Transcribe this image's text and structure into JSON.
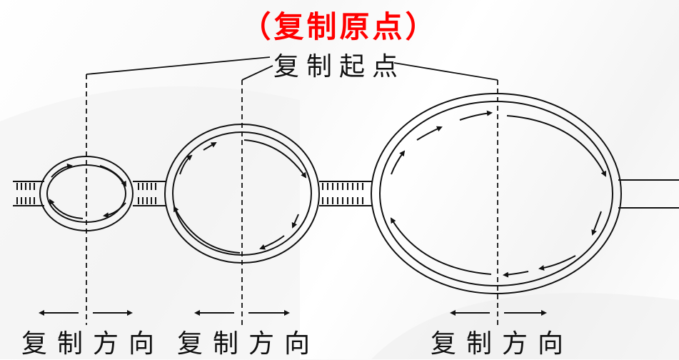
{
  "title": "（复制原点）",
  "origin_label": "复制起点",
  "direction_labels": [
    "复制方向",
    "复制方向",
    "复制方向"
  ],
  "colors": {
    "title": "#ff0000",
    "ink": "#111111"
  }
}
